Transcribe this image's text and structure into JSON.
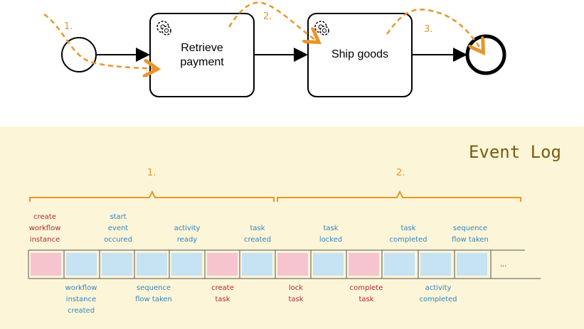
{
  "process": {
    "tasks": [
      {
        "label": "Retrieve payment",
        "line1": "Retrieve",
        "line2": "payment",
        "icon": "gear-icon"
      },
      {
        "label": "Ship goods",
        "icon": "gear-icon"
      }
    ],
    "path_markers": [
      "1.",
      "2.",
      "3."
    ]
  },
  "event_log": {
    "title": "Event Log",
    "groups": [
      "1.",
      "2."
    ],
    "top_labels": [
      {
        "text": [
          "create",
          "workflow",
          "instance"
        ],
        "color": "red"
      },
      {
        "text": [
          "start",
          "event",
          "occured"
        ],
        "color": "blue"
      },
      {
        "text": [
          "activity",
          "ready"
        ],
        "color": "blue"
      },
      {
        "text": [
          "task",
          "created"
        ],
        "color": "blue"
      },
      {
        "text": [
          "task",
          "locked"
        ],
        "color": "blue"
      },
      {
        "text": [
          "task",
          "completed"
        ],
        "color": "blue"
      },
      {
        "text": [
          "sequence",
          "flow taken"
        ],
        "color": "blue"
      }
    ],
    "bottom_labels": [
      {
        "text": [
          "workflow",
          "instance",
          "created"
        ],
        "color": "blue"
      },
      {
        "text": [
          "sequence",
          "flow taken"
        ],
        "color": "blue"
      },
      {
        "text": [
          "create",
          "task"
        ],
        "color": "red"
      },
      {
        "text": [
          "lock",
          "task"
        ],
        "color": "red"
      },
      {
        "text": [
          "complete",
          "task"
        ],
        "color": "red"
      },
      {
        "text": [
          "activity",
          "completed"
        ],
        "color": "blue"
      }
    ],
    "cells": [
      "command",
      "event",
      "event",
      "event",
      "event",
      "command",
      "event",
      "command",
      "event",
      "command",
      "event",
      "event",
      "event"
    ],
    "ellipsis": "...",
    "colors": {
      "command": "#f5c4cf",
      "event": "#c6e3f3",
      "accent": "#e8962a"
    }
  }
}
